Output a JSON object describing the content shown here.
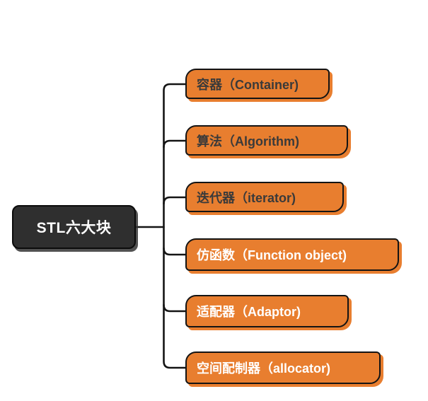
{
  "mindmap": {
    "root": {
      "label": "STL六大块"
    },
    "branches": [
      {
        "label": "容器（Container)"
      },
      {
        "label": "算法（Algorithm)"
      },
      {
        "label": "迭代器（iterator)"
      },
      {
        "label": "仿函数（Function object)"
      },
      {
        "label": "适配器（Adaptor)"
      },
      {
        "label": "空间配制器（allocator)"
      }
    ],
    "colors": {
      "background": "#FFFFFF",
      "branch_fill": "#E87E2F",
      "outline": "#141414",
      "root_fill": "#2F2F2F",
      "root_text": "#FFFFFF",
      "branch_text_dark": "#3A3A3A",
      "branch_text_light": "#FFFFFF"
    }
  }
}
